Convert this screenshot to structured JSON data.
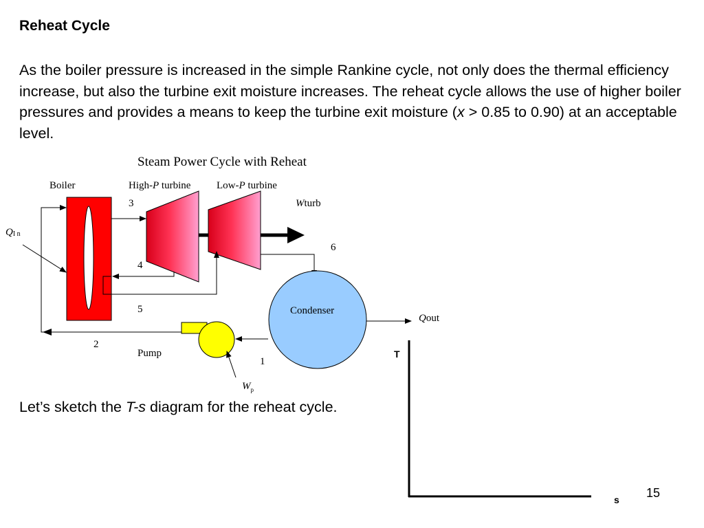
{
  "slide": {
    "title": "Reheat Cycle",
    "paragraph": {
      "part1": "As the boiler pressure is increased in the simple Rankine cycle, not only does the thermal efficiency increase, but also the turbine exit moisture increases.  The reheat cycle allows the use of higher boiler pressures and provides a means to keep the turbine exit moisture (",
      "var_x": "x",
      "part2": " > 0.85 to 0.90) at an acceptable level."
    },
    "sketch": {
      "part1": "Let’s sketch the ",
      "var_ts": "T-s",
      "part2": " diagram for the reheat cycle."
    },
    "page_number": "15"
  },
  "diagram": {
    "title": "Steam Power Cycle with Reheat",
    "boiler_label": "Boiler",
    "hp_turbine_pre": "High-",
    "hp_turbine_var": "P",
    "hp_turbine_post": " turbine",
    "lp_turbine_pre": "Low-",
    "lp_turbine_var": "P",
    "lp_turbine_post": " turbine",
    "work_turb_var": "W",
    "work_turb_sub": "turb",
    "q_in_var": "Q",
    "q_in_sub": "I n",
    "q_out_var": "Q",
    "q_out_sub": "out",
    "condenser_label": "Condenser",
    "pump_label": "Pump",
    "work_pump_var": "W",
    "work_pump_sub": "p",
    "state_1": "1",
    "state_2": "2",
    "state_3": "3",
    "state_4": "4",
    "state_5": "5",
    "state_6": "6",
    "colors": {
      "boiler": "#ff0000",
      "turbine_dark": "#e0001e",
      "turbine_light": "#ff9fd0",
      "condenser": "#99ccff",
      "pump": "#ffff00"
    }
  },
  "ts_axes": {
    "y_label": "T",
    "x_label": "s"
  }
}
